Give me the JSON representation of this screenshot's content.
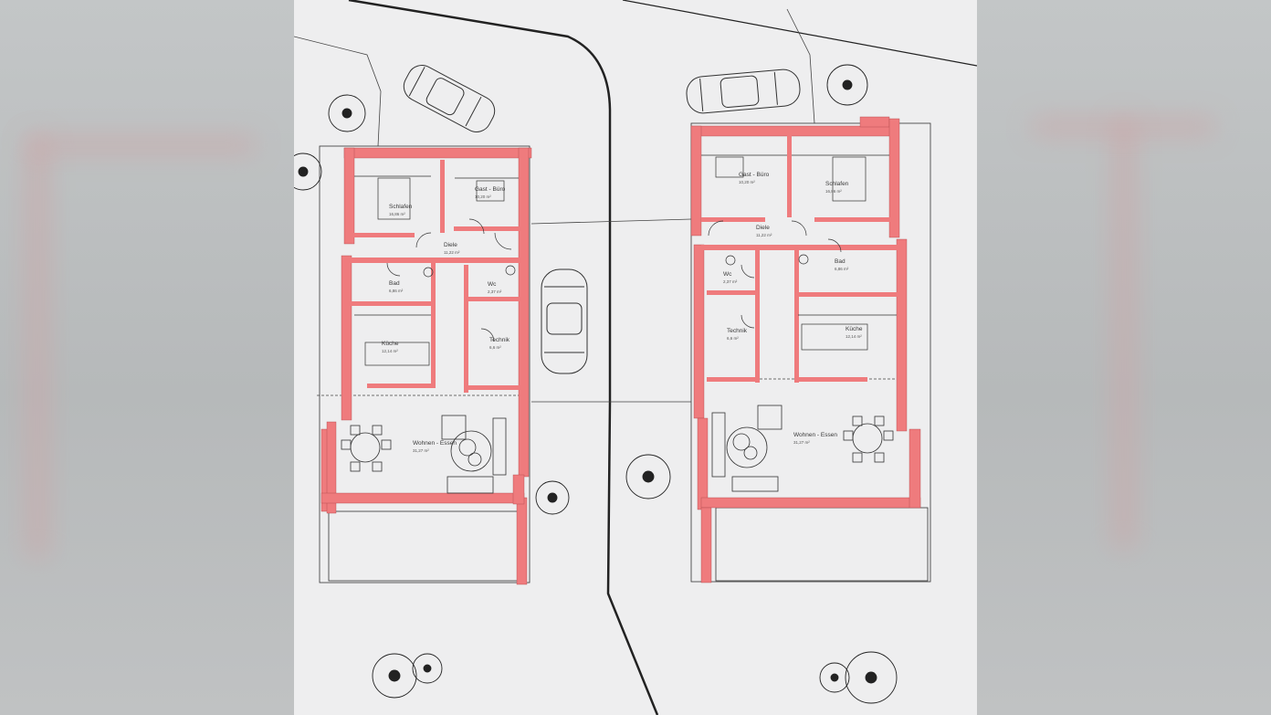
{
  "plan": {
    "left_house": {
      "rooms": [
        {
          "key": "schlafen",
          "label": "Schlafen",
          "area": "16,86 m²"
        },
        {
          "key": "gast_buero",
          "label": "Gast - Büro",
          "area": "10,20 m²"
        },
        {
          "key": "diele",
          "label": "Diele",
          "area": "11,22 m²"
        },
        {
          "key": "bad",
          "label": "Bad",
          "area": "6,86 m²"
        },
        {
          "key": "wc",
          "label": "Wc",
          "area": "2,37 m²"
        },
        {
          "key": "kueche",
          "label": "Küche",
          "area": "12,14 m²"
        },
        {
          "key": "technik",
          "label": "Technik",
          "area": "6,6 m²"
        },
        {
          "key": "wohnen_essen",
          "label": "Wohnen - Essen",
          "area": "31,27 m²"
        }
      ]
    },
    "right_house": {
      "rooms": [
        {
          "key": "gast_buero",
          "label": "Gast - Büro",
          "area": "10,20 m²"
        },
        {
          "key": "schlafen",
          "label": "Schlafen",
          "area": "16,86 m²"
        },
        {
          "key": "diele",
          "label": "Diele",
          "area": "11,22 m²"
        },
        {
          "key": "wc",
          "label": "Wc",
          "area": "2,37 m²"
        },
        {
          "key": "bad",
          "label": "Bad",
          "area": "6,86 m²"
        },
        {
          "key": "technik",
          "label": "Technik",
          "area": "6,6 m²"
        },
        {
          "key": "kueche",
          "label": "Küche",
          "area": "12,14 m²"
        },
        {
          "key": "wohnen_essen",
          "label": "Wohnen - Essen",
          "area": "31,27 m²"
        }
      ]
    },
    "colors": {
      "wall": "#ef7b7d",
      "line": "#333333",
      "paper": "#eeeeef",
      "property_line": "#222222"
    }
  }
}
